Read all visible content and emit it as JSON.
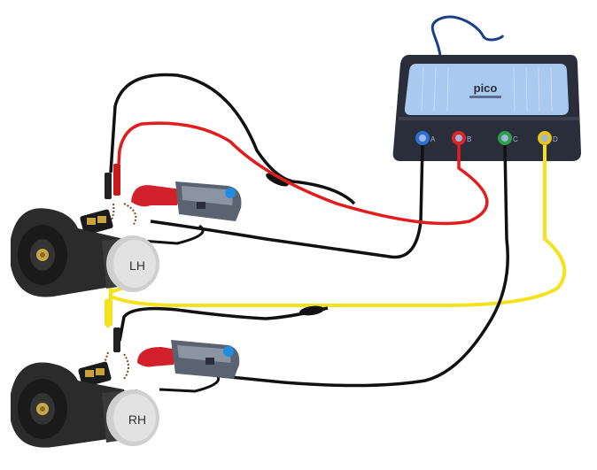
{
  "scope": {
    "brand": "pico",
    "channels": [
      {
        "label": "A",
        "color": "#2f6fd6"
      },
      {
        "label": "B",
        "color": "#d9252a"
      },
      {
        "label": "C",
        "color": "#2e9e4a"
      },
      {
        "label": "D",
        "color": "#e7c31d"
      }
    ]
  },
  "motors": {
    "left_label": "LH",
    "right_label": "RH"
  },
  "colors": {
    "body": "#2a2d3a",
    "panel": "#a9c9ee",
    "red_lead": "#e11d1d",
    "black_lead": "#111111",
    "yellow_lead": "#f4e21c",
    "usb": "#1c3f8a",
    "motor_body": "#2b2b2b",
    "motor_cap": "#cfcfcf",
    "clamp_red": "#d3212b",
    "clamp_gray": "#5b6270"
  }
}
